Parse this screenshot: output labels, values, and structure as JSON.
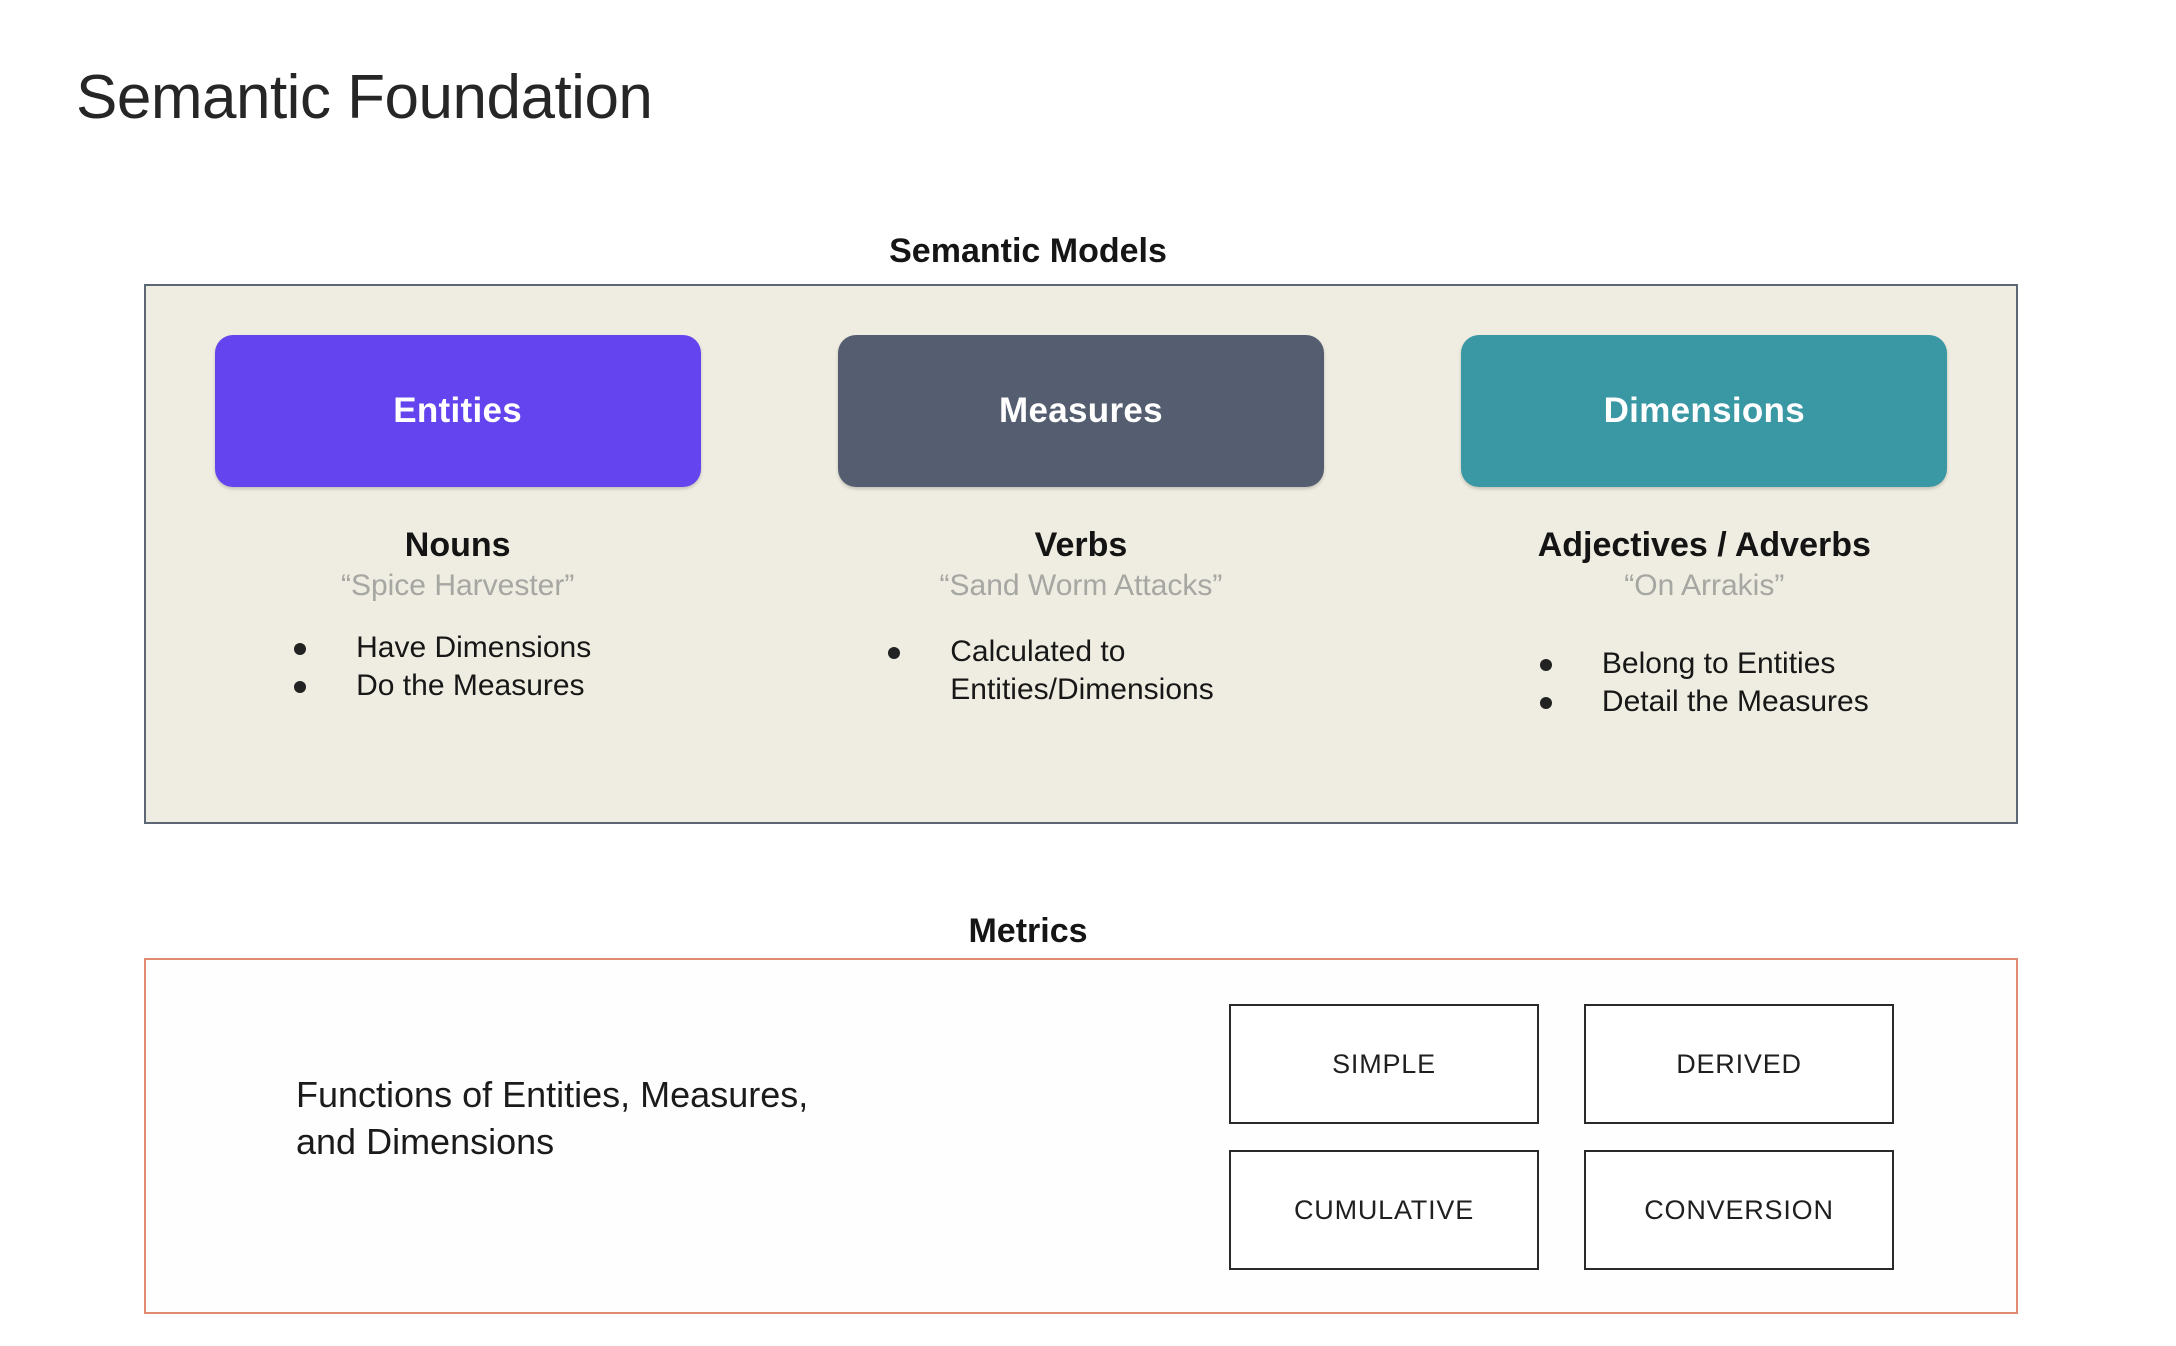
{
  "page": {
    "title": "Semantic Foundation",
    "background": "#ffffff"
  },
  "semantic_models": {
    "caption": "Semantic Models",
    "panel_fill": "#efede1",
    "panel_border": "#5d6675",
    "columns": [
      {
        "chip_label": "Entities",
        "chip_color": "#6344ee",
        "part_of_speech": "Nouns",
        "example": "“Spice Harvester”",
        "bullets": [
          "Have Dimensions",
          "Do the Measures"
        ]
      },
      {
        "chip_label": "Measures",
        "chip_color": "#555e70",
        "part_of_speech": "Verbs",
        "example": "“Sand Worm Attacks”",
        "bullets": [
          "Calculated to\nEntities/Dimensions"
        ]
      },
      {
        "chip_label": "Dimensions",
        "chip_color": "#3a97a4",
        "part_of_speech": "Adjectives / Adverbs",
        "example": "“On Arrakis”",
        "bullets": [
          "Belong to Entities",
          "Detail the Measures"
        ]
      }
    ]
  },
  "metrics": {
    "caption": "Metrics",
    "panel_border": "#e08b72",
    "description": "Functions of Entities, Measures,\nand Dimensions",
    "tiles": [
      "SIMPLE",
      "DERIVED",
      "CUMULATIVE",
      "CONVERSION"
    ]
  }
}
